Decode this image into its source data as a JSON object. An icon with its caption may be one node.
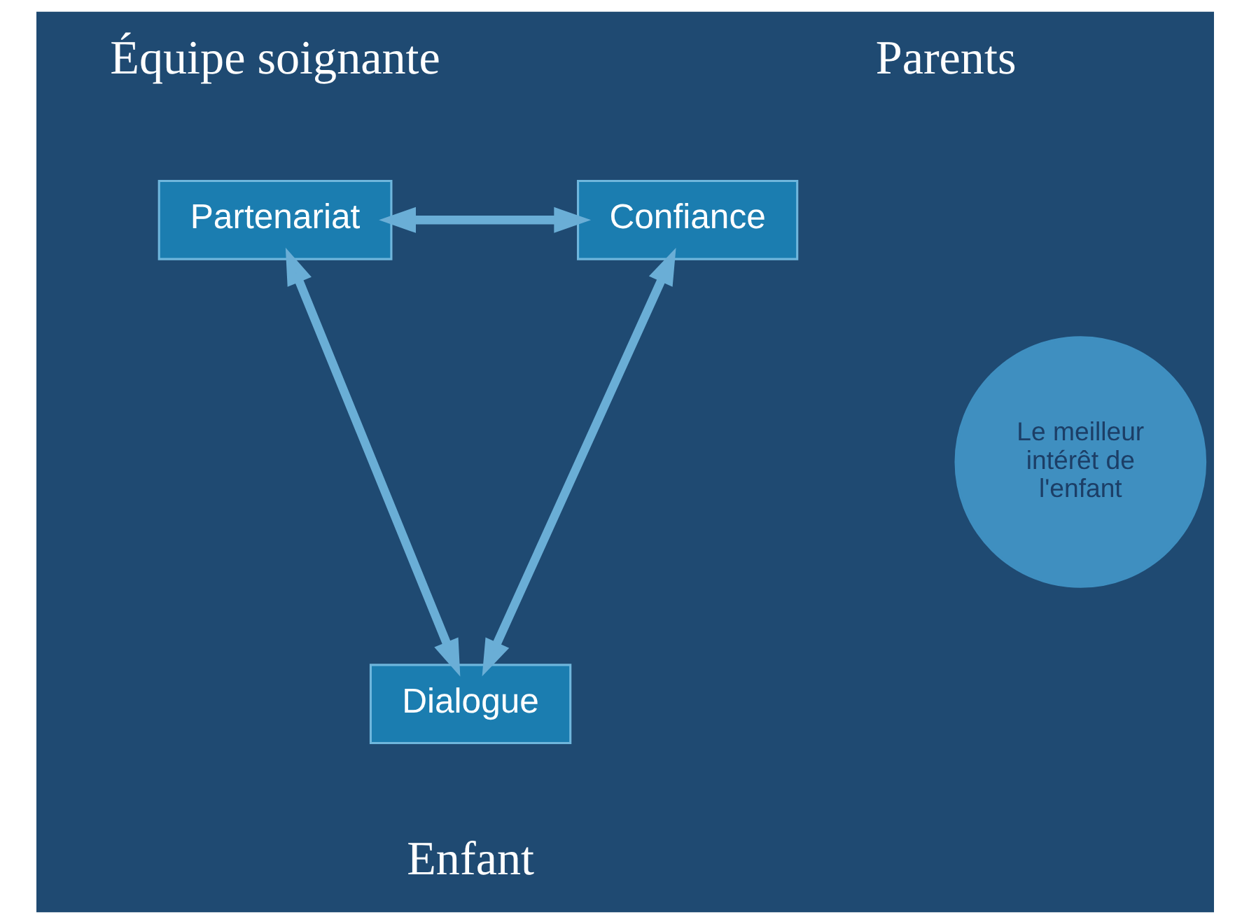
{
  "diagram": {
    "nodes": [
      {
        "text": [
          "Confiance"
        ]
      },
      {
        "text": [
          "Partenariat"
        ]
      },
      {
        "text": [
          "Le meilleur intérêt de l'enfant"
        ]
      },
      {
        "text": [
          "Dialogue"
        ]
      }
    ],
    "edges": [
      {
        "from": 0,
        "to": 1,
        "arrow": "both"
      },
      {
        "from": 3,
        "to": 0,
        "arrow": "both"
      },
      {
        "from": 1,
        "to": 3,
        "arrow": "both"
      }
    ],
    "labels": [
      "Parents",
      "Équipe soignante",
      "Enfant"
    ]
  }
}
